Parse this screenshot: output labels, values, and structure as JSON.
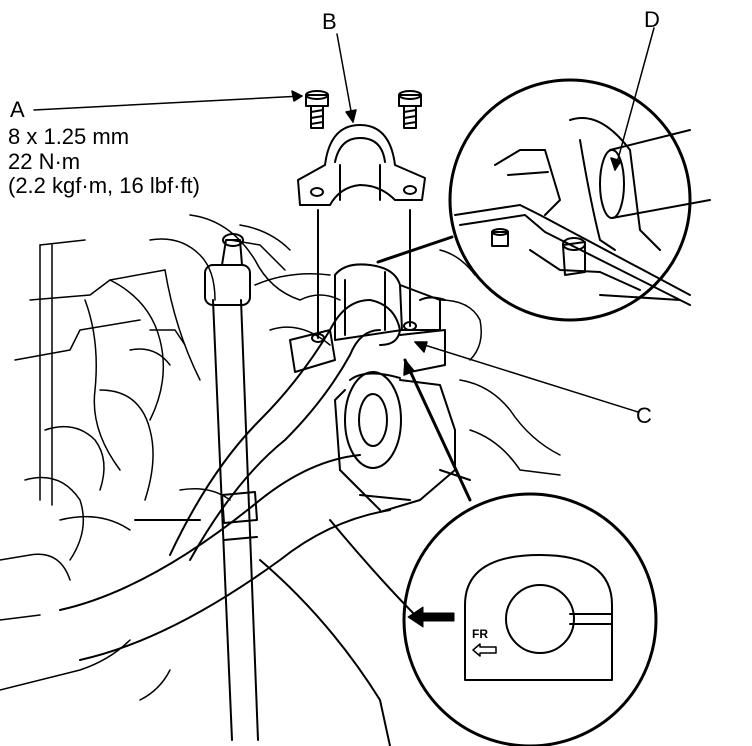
{
  "callouts": {
    "a": "A",
    "b": "B",
    "c": "C",
    "d": "D"
  },
  "spec": {
    "size": "8 x 1.25 mm",
    "torque_nm": "22 N·m",
    "torque_alt": "(2.2 kgf·m, 16 lbf·ft)"
  },
  "detail_label": "FR",
  "colors": {
    "line": "#000000",
    "background": "#ffffff"
  },
  "icons": [
    "bolt-icon",
    "direction-arrow-icon",
    "fr-arrow-icon"
  ]
}
